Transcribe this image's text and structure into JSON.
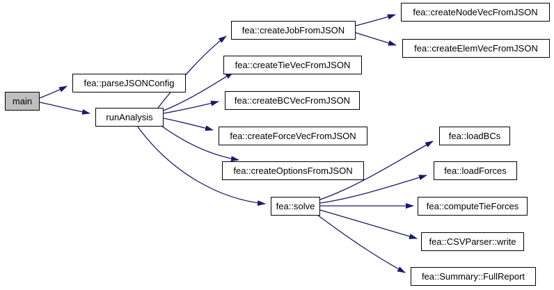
{
  "diagram": {
    "type": "call-graph",
    "colors": {
      "edge": "#191970",
      "node_fill": "#ffffff",
      "node_border": "#000000",
      "highlight_fill": "#bfbfbf",
      "background": "#ffffff",
      "text": "#000000"
    },
    "nodes": [
      {
        "id": "main",
        "label": "main",
        "highlighted": true
      },
      {
        "id": "parseJSONConfig",
        "label": "fea::parseJSONConfig",
        "highlighted": false
      },
      {
        "id": "runAnalysis",
        "label": "runAnalysis",
        "highlighted": false
      },
      {
        "id": "createJobFromJSON",
        "label": "fea::createJobFromJSON",
        "highlighted": false
      },
      {
        "id": "createNodeVecFromJSON",
        "label": "fea::createNodeVecFromJSON",
        "highlighted": false
      },
      {
        "id": "createElemVecFromJSON",
        "label": "fea::createElemVecFromJSON",
        "highlighted": false
      },
      {
        "id": "createTieVecFromJSON",
        "label": "fea::createTieVecFromJSON",
        "highlighted": false
      },
      {
        "id": "createBCVecFromJSON",
        "label": "fea::createBCVecFromJSON",
        "highlighted": false
      },
      {
        "id": "createForceVecFromJSON",
        "label": "fea::createForceVecFromJSON",
        "highlighted": false
      },
      {
        "id": "createOptionsFromJSON",
        "label": "fea::createOptionsFromJSON",
        "highlighted": false
      },
      {
        "id": "solve",
        "label": "fea::solve",
        "highlighted": false
      },
      {
        "id": "loadBCs",
        "label": "fea::loadBCs",
        "highlighted": false
      },
      {
        "id": "loadForces",
        "label": "fea::loadForces",
        "highlighted": false
      },
      {
        "id": "computeTieForces",
        "label": "fea::computeTieForces",
        "highlighted": false
      },
      {
        "id": "CSVParserWrite",
        "label": "fea::CSVParser::write",
        "highlighted": false
      },
      {
        "id": "SummaryFullReport",
        "label": "fea::Summary::FullReport",
        "highlighted": false
      }
    ],
    "edges": [
      {
        "from": "main",
        "to": "parseJSONConfig"
      },
      {
        "from": "main",
        "to": "runAnalysis"
      },
      {
        "from": "runAnalysis",
        "to": "createJobFromJSON"
      },
      {
        "from": "runAnalysis",
        "to": "createTieVecFromJSON"
      },
      {
        "from": "runAnalysis",
        "to": "createBCVecFromJSON"
      },
      {
        "from": "runAnalysis",
        "to": "createForceVecFromJSON"
      },
      {
        "from": "runAnalysis",
        "to": "createOptionsFromJSON"
      },
      {
        "from": "runAnalysis",
        "to": "solve"
      },
      {
        "from": "createJobFromJSON",
        "to": "createNodeVecFromJSON"
      },
      {
        "from": "createJobFromJSON",
        "to": "createElemVecFromJSON"
      },
      {
        "from": "solve",
        "to": "loadBCs"
      },
      {
        "from": "solve",
        "to": "loadForces"
      },
      {
        "from": "solve",
        "to": "computeTieForces"
      },
      {
        "from": "solve",
        "to": "CSVParserWrite"
      },
      {
        "from": "solve",
        "to": "SummaryFullReport"
      }
    ]
  }
}
